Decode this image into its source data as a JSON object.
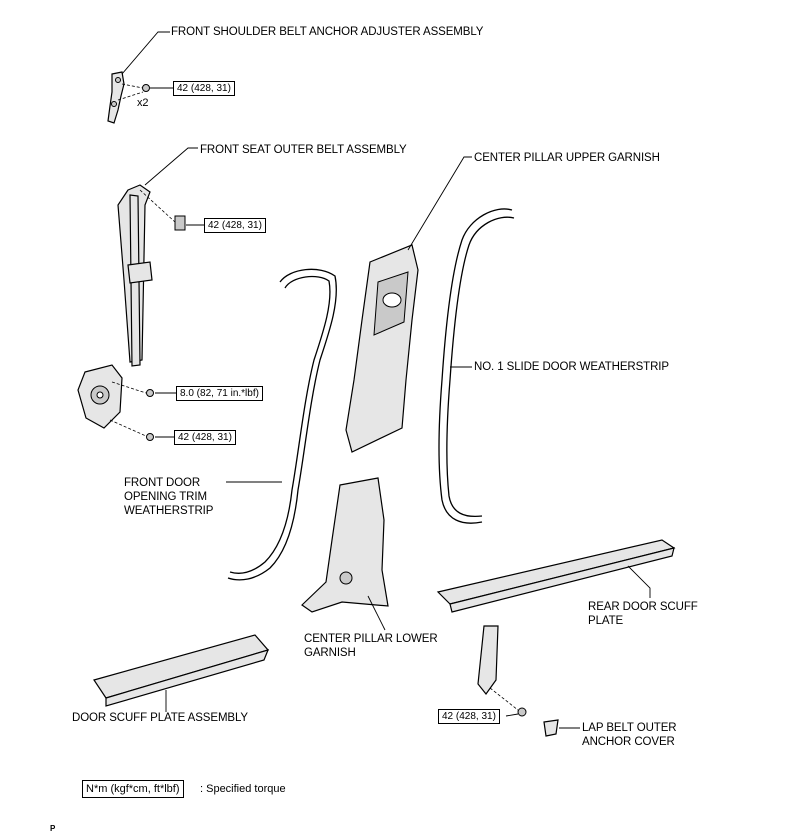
{
  "labels": {
    "shoulder_adjuster": "FRONT SHOULDER BELT ANCHOR ADJUSTER ASSEMBLY",
    "outer_belt": "FRONT SEAT OUTER BELT ASSEMBLY",
    "pillar_upper": "CENTER PILLAR UPPER GARNISH",
    "slide_weatherstrip": "NO. 1 SLIDE DOOR WEATHERSTRIP",
    "front_door_trim": "FRONT DOOR\nOPENING TRIM\nWEATHERSTRIP",
    "pillar_lower": "CENTER PILLAR LOWER\nGARNISH",
    "rear_scuff": "REAR DOOR SCUFF\nPLATE",
    "door_scuff": "DOOR SCUFF PLATE ASSEMBLY",
    "lap_belt_cover": "LAP BELT OUTER\nANCHOR COVER",
    "qty": "x2"
  },
  "torques": {
    "adjuster": "42 (428, 31)",
    "belt_upper": "42 (428, 31)",
    "belt_mid": "8.0 (82, 71 in.*lbf)",
    "belt_lower": "42 (428, 31)",
    "lap_anchor": "42 (428, 31)"
  },
  "legend": {
    "box": "N*m (kgf*cm, ft*lbf)",
    "text": ": Specified torque"
  },
  "corner_mark": "P"
}
